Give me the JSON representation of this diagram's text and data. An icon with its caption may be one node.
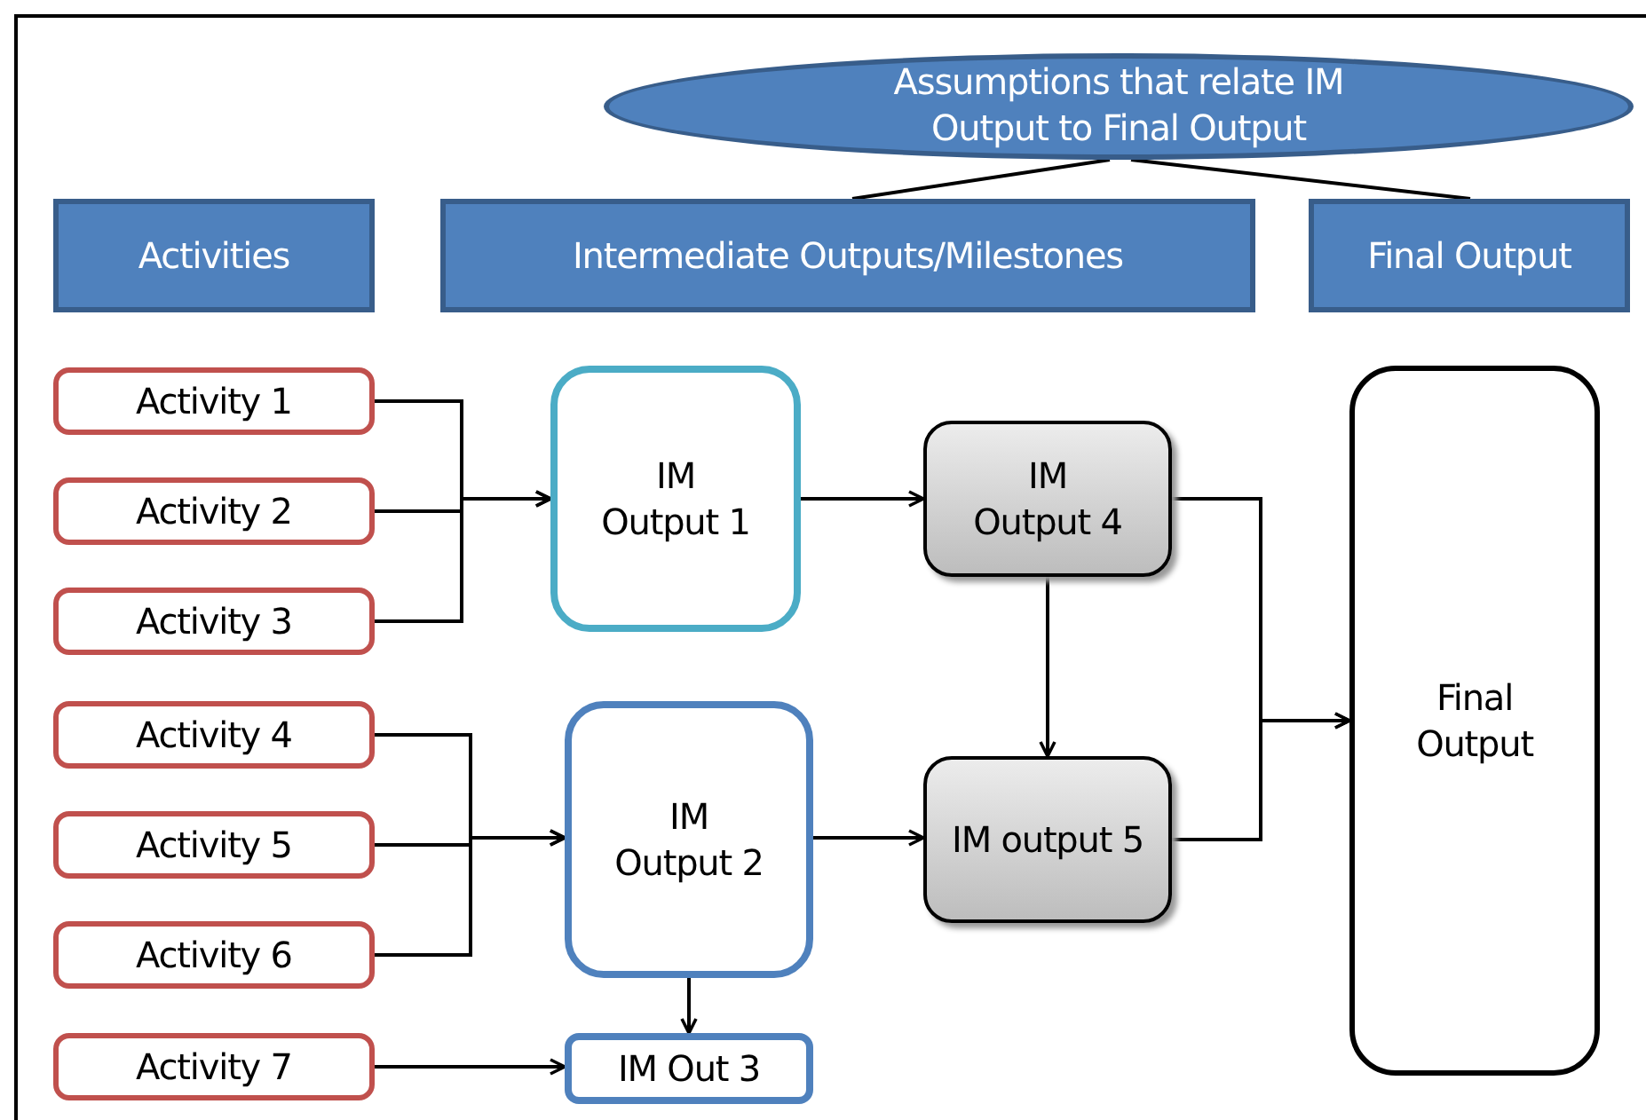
{
  "diagram": {
    "nodes": [
      {
        "text": [
          "Assumptions that relate IM Output to Final Output"
        ]
      },
      {
        "text": [
          "Activities"
        ]
      },
      {
        "text": [
          "Intermediate Outputs/Milestones"
        ]
      },
      {
        "text": [
          "Final Output"
        ]
      },
      {
        "text": [
          "Activity 1"
        ]
      },
      {
        "text": [
          "IM Output 1"
        ]
      },
      {
        "text": [
          "IM Output 4"
        ]
      },
      {
        "text": [
          "Final Output"
        ]
      },
      {
        "text": [
          "Activity 2"
        ]
      },
      {
        "text": [
          "Activity 3"
        ]
      },
      {
        "text": [
          "Activity 4"
        ]
      },
      {
        "text": [
          "IM Output 2"
        ]
      },
      {
        "text": [
          "IM output 5"
        ]
      },
      {
        "text": [
          "Activity 5"
        ]
      },
      {
        "text": [
          "Activity 6"
        ]
      },
      {
        "text": [
          "Activity 7"
        ]
      },
      {
        "text": [
          "IM Out 3"
        ]
      }
    ],
    "edges": [
      {
        "from": 0,
        "to": 2,
        "arrow": "none"
      },
      {
        "from": 0,
        "to": 3,
        "arrow": "none"
      },
      {
        "from": 4,
        "to": 5,
        "arrow": "to"
      },
      {
        "from": 8,
        "to": 5,
        "arrow": "to"
      },
      {
        "from": 9,
        "to": 5,
        "arrow": "to"
      },
      {
        "from": 10,
        "to": 11,
        "arrow": "to"
      },
      {
        "from": 13,
        "to": 11,
        "arrow": "to"
      },
      {
        "from": 14,
        "to": 11,
        "arrow": "to"
      },
      {
        "from": 15,
        "to": 16,
        "arrow": "to"
      },
      {
        "from": 5,
        "to": 6,
        "arrow": "to"
      },
      {
        "from": 6,
        "to": 12,
        "arrow": "to"
      },
      {
        "from": 11,
        "to": 12,
        "arrow": "to"
      },
      {
        "from": 11,
        "to": 16,
        "arrow": "to"
      },
      {
        "from": 6,
        "to": 7,
        "arrow": "to"
      },
      {
        "from": 12,
        "to": 7,
        "arrow": "to"
      }
    ]
  }
}
